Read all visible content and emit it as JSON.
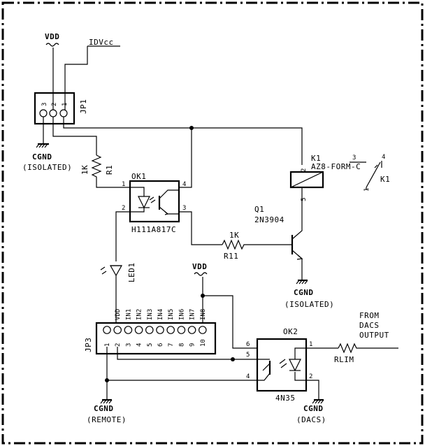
{
  "labels": {
    "vdd_top": "VDD",
    "idvcc": "IDVcc",
    "jp1": "JP1",
    "jp1_pins": [
      "3",
      "2",
      "1"
    ],
    "cgnd": "CGND",
    "isolated": "(ISOLATED)",
    "r1_value": "1K",
    "r1": "R1",
    "ok1": "OK1",
    "ok1_part": "H111A817C",
    "ok1_pins": [
      "1",
      "2",
      "3",
      "4"
    ],
    "k1": "K1",
    "k1_part": "AZ8-FORM-C",
    "k1_coil_pins": [
      "2",
      "5"
    ],
    "k1_contact_pins": [
      "3",
      "4",
      "1"
    ],
    "k1_switch": "K1",
    "q1": "Q1",
    "q1_part": "2N3904",
    "r11_value": "1K",
    "r11": "R11",
    "led1": "LED1",
    "vdd_mid": "VDD",
    "jp3": "JP3",
    "jp3_signals": [
      "VDD",
      "IN1",
      "IN2",
      "IN3",
      "IN4",
      "IN5",
      "IN6",
      "IN7",
      "IN8"
    ],
    "jp3_pins": [
      "1",
      "2",
      "3",
      "4",
      "5",
      "6",
      "7",
      "8",
      "9",
      "10"
    ],
    "ok2": "OK2",
    "ok2_part": "4N35",
    "ok2_pins": [
      "6",
      "5",
      "4",
      "1",
      "2"
    ],
    "from_dacs": [
      "FROM",
      "DACS",
      "OUTPUT"
    ],
    "rlim": "RLIM",
    "remote": "(REMOTE)",
    "dacs": "(DACS)"
  }
}
